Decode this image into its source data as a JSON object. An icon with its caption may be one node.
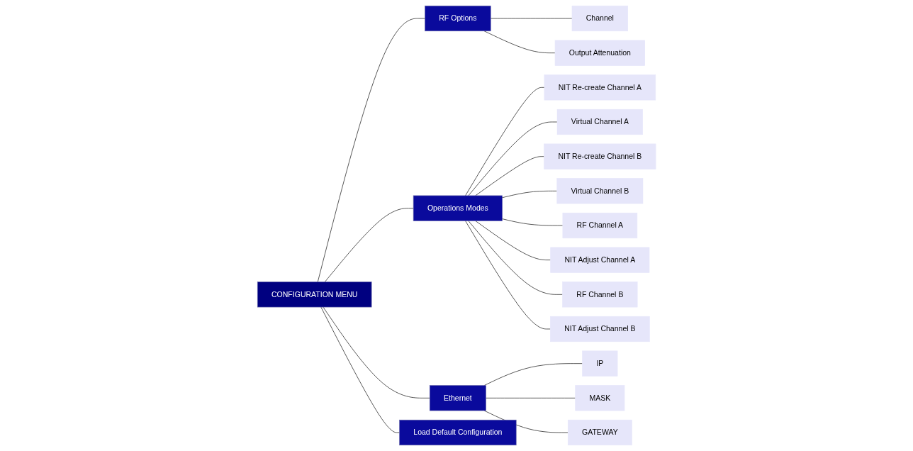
{
  "diagram": {
    "nodes": [
      {
        "text": [
          "CONFIGURATION MENU"
        ]
      },
      {
        "text": [
          "RF Options"
        ]
      },
      {
        "text": [
          "Channel"
        ]
      },
      {
        "text": [
          "Output Attenuation"
        ]
      },
      {
        "text": [
          "Operations Modes"
        ]
      },
      {
        "text": [
          "NIT Re-create Channel A"
        ]
      },
      {
        "text": [
          "Virtual Channel A"
        ]
      },
      {
        "text": [
          "NIT Re-create Channel B"
        ]
      },
      {
        "text": [
          "Virtual Channel B"
        ]
      },
      {
        "text": [
          "RF Channel A"
        ]
      },
      {
        "text": [
          "NIT Adjust Channel A"
        ]
      },
      {
        "text": [
          "RF Channel B"
        ]
      },
      {
        "text": [
          "NIT Adjust Channel B"
        ]
      },
      {
        "text": [
          "Ethernet"
        ]
      },
      {
        "text": [
          "IP"
        ]
      },
      {
        "text": [
          "MASK"
        ]
      },
      {
        "text": [
          "GATEWAY"
        ]
      },
      {
        "text": [
          "Load Default Configuration"
        ]
      }
    ],
    "edges": [
      {
        "from": 0,
        "to": 1,
        "arrow": "none"
      },
      {
        "from": 0,
        "to": 4,
        "arrow": "none"
      },
      {
        "from": 0,
        "to": 13,
        "arrow": "none"
      },
      {
        "from": 0,
        "to": 17,
        "arrow": "none"
      },
      {
        "from": 1,
        "to": 2,
        "arrow": "none"
      },
      {
        "from": 1,
        "to": 3,
        "arrow": "none"
      },
      {
        "from": 4,
        "to": 5,
        "arrow": "none"
      },
      {
        "from": 4,
        "to": 6,
        "arrow": "none"
      },
      {
        "from": 4,
        "to": 7,
        "arrow": "none"
      },
      {
        "from": 4,
        "to": 8,
        "arrow": "none"
      },
      {
        "from": 4,
        "to": 9,
        "arrow": "none"
      },
      {
        "from": 4,
        "to": 10,
        "arrow": "none"
      },
      {
        "from": 4,
        "to": 11,
        "arrow": "none"
      },
      {
        "from": 4,
        "to": 12,
        "arrow": "none"
      },
      {
        "from": 13,
        "to": 14,
        "arrow": "none"
      },
      {
        "from": 13,
        "to": 15,
        "arrow": "none"
      },
      {
        "from": 13,
        "to": 16,
        "arrow": "none"
      }
    ]
  }
}
